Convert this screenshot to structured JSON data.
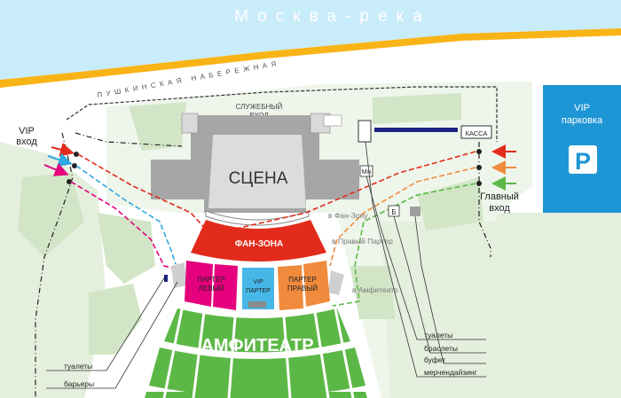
{
  "river": {
    "label": "Москва-река",
    "color": "#c9ecfa"
  },
  "embankment": {
    "label": "ПУШКИНСКАЯ НАБЕРЕЖНАЯ"
  },
  "service_entrance": {
    "line1": "СЛУЖЕБНЫЙ",
    "line2": "ВХОД"
  },
  "vip_entrance": {
    "line1": "VIP",
    "line2": "вход"
  },
  "main_entrance": {
    "line1": "Главный",
    "line2": "вход"
  },
  "vip_parking": {
    "line1": "VIP",
    "line2": "парковка",
    "sign": "P",
    "color": "#1e95d4"
  },
  "kassa": {
    "label": "КАССА"
  },
  "stage": {
    "label": "СЦЕНА"
  },
  "fan_zone": {
    "label": "ФАН-ЗОНА",
    "color": "#e32b1b"
  },
  "parterre_left": {
    "line1": "ПАРТЕР",
    "line2": "ЛЕВЫЙ",
    "color": "#e5007e"
  },
  "vip_parterre": {
    "line1": "VIP",
    "line2": "ПАРТЕР",
    "color": "#47b7e8"
  },
  "parterre_right": {
    "line1": "ПАРТЕР",
    "line2": "ПРАВЫЙ",
    "color": "#f08a3c"
  },
  "amphitheater": {
    "label": "АМФИТЕАТР",
    "color": "#5cb846"
  },
  "route_labels": {
    "fan_zone": "в Фан-Зону",
    "right_parterre": "в Правый Партер",
    "amphitheater": "в Амфитеатр"
  },
  "facility_markers": {
    "wc": "Мж",
    "bracelets": "Б"
  },
  "legend_right": [
    "туалеты",
    "браслеты",
    "буфет",
    "мерчендайзинг"
  ],
  "legend_left": [
    "туалеты",
    "барьеры"
  ],
  "colors": {
    "sand": "#f8b416",
    "green_light": "#e4efdd",
    "green_mid": "#d2e6c7",
    "stage_gray": "#a6a6a6",
    "route_red": "#e32b1b",
    "route_blue": "#2fa7e0",
    "route_pink": "#e5007e",
    "route_orange": "#f08a3c",
    "route_green": "#5cb846"
  }
}
